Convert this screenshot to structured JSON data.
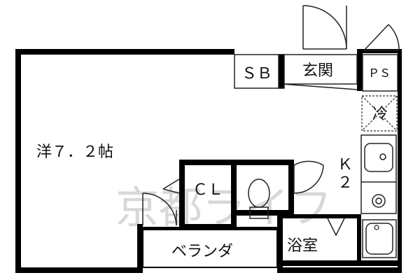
{
  "rooms": {
    "western": "洋７．２帖",
    "sb": "ＳＢ",
    "entrance": "玄関",
    "ps": "ＰＳ",
    "fridge": "冷",
    "kitchen_k": "Ｋ",
    "kitchen_n": "２",
    "closet": "ＣＬ",
    "bathroom": "浴室",
    "veranda": "ベランダ"
  },
  "watermark": "京都ライフ",
  "colors": {
    "wall": "#000000",
    "line": "#222222",
    "watermark": "#d8d8d8",
    "background": "#ffffff"
  }
}
